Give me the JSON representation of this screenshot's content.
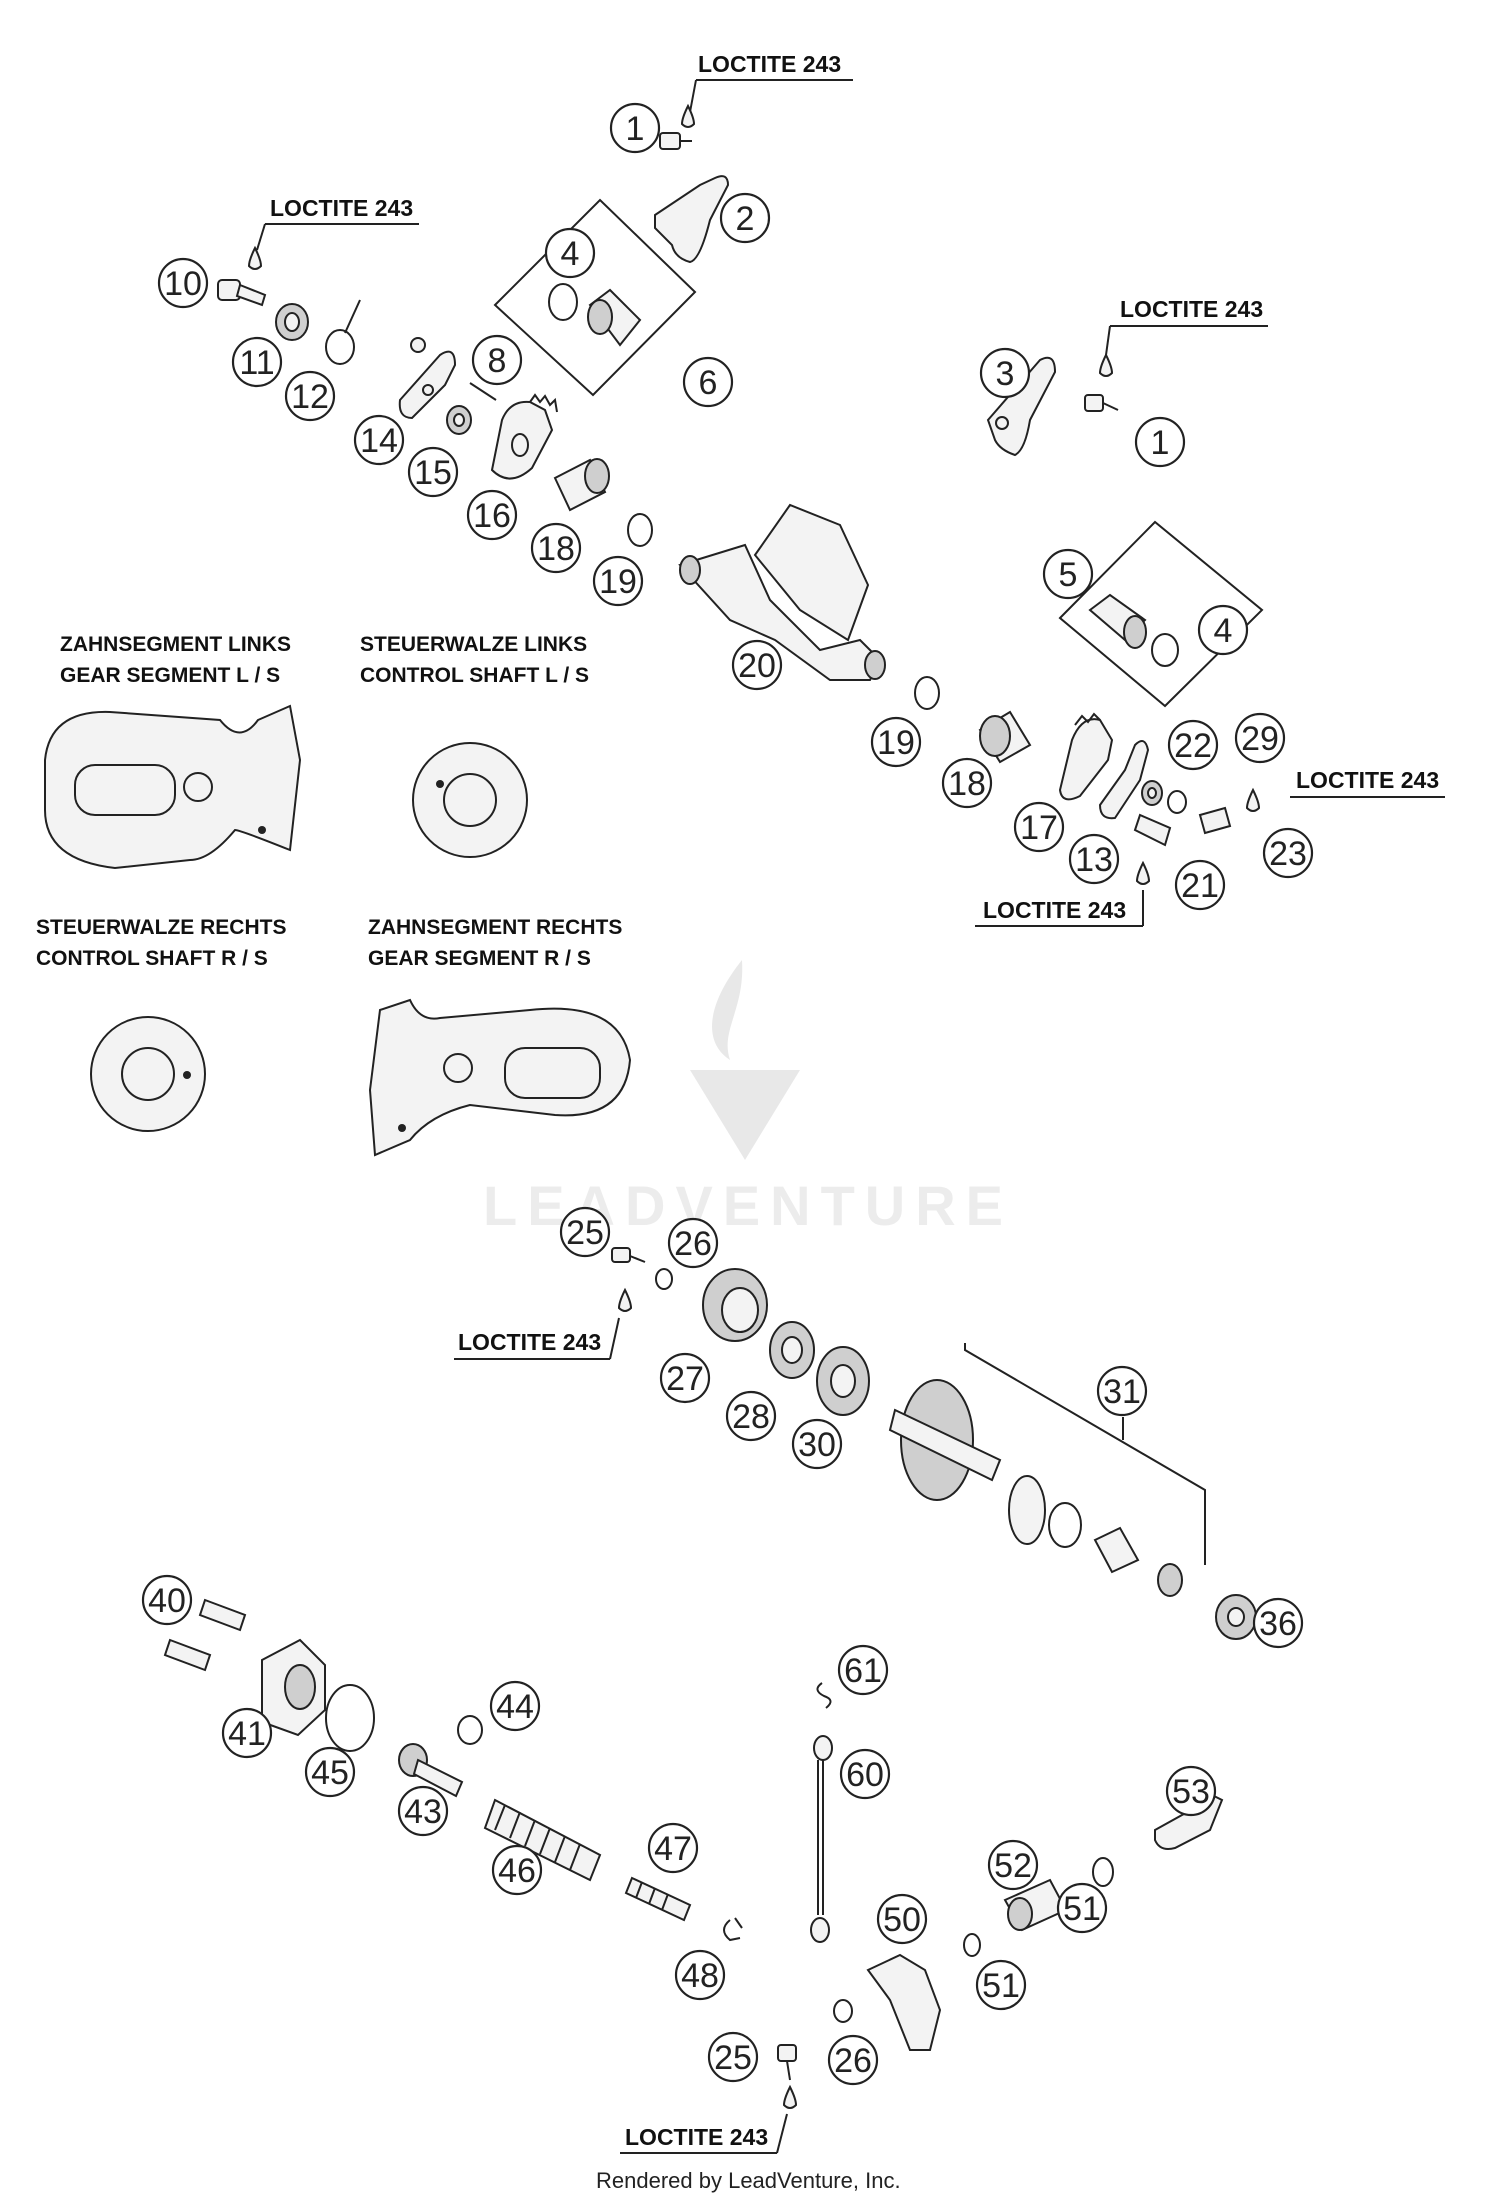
{
  "loctite": "LOCTITE 243",
  "notes": {
    "gear_segment_left_de": "ZAHNSEGMENT LINKS",
    "gear_segment_left_en": "GEAR SEGMENT L / S",
    "control_shaft_left_de": "STEUERWALZE LINKS",
    "control_shaft_left_en": "CONTROL SHAFT L / S",
    "control_shaft_right_de": "STEUERWALZE RECHTS",
    "control_shaft_right_en": "CONTROL SHAFT R / S",
    "gear_segment_right_de": "ZAHNSEGMENT RECHTS",
    "gear_segment_right_en": "GEAR SEGMENT R / S"
  },
  "watermark": "LEADVENTURE",
  "footer": "Rendered by LeadVenture, Inc.",
  "callouts": [
    "1",
    "2",
    "4",
    "6",
    "10",
    "11",
    "12",
    "14",
    "15",
    "16",
    "8",
    "18",
    "19",
    "20",
    "3",
    "1",
    "5",
    "4",
    "19",
    "18",
    "17",
    "13",
    "22",
    "29",
    "21",
    "23",
    "25",
    "26",
    "27",
    "28",
    "30",
    "31",
    "36",
    "40",
    "41",
    "45",
    "43",
    "44",
    "46",
    "47",
    "48",
    "61",
    "60",
    "50",
    "51",
    "52",
    "53",
    "51",
    "25",
    "26"
  ]
}
